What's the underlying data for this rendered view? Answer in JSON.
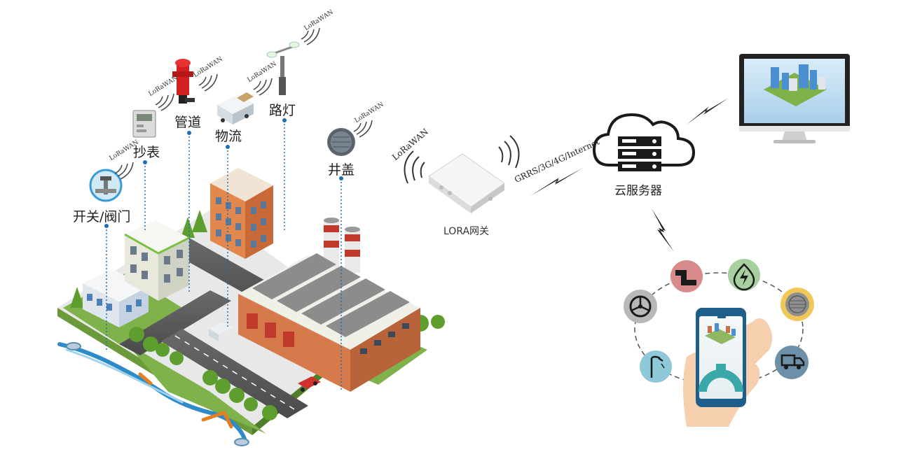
{
  "labels": {
    "switch_valve": "开关/阀门",
    "meter": "抄表",
    "pipe": "管道",
    "logistics": "物流",
    "street_light": "路灯",
    "manhole": "井盖"
  },
  "lorawan_tag": "LoRaWAN",
  "gateway": {
    "tag": "LoRaWAN",
    "label": "LORA网关"
  },
  "uplink": {
    "label": "GRRS/3G/4G/Internet"
  },
  "cloud": {
    "label": "云服务器"
  },
  "app_ring_icons": [
    "pipe-icon",
    "energy-icon",
    "manhole-cover-icon",
    "truck-icon",
    "street-light-icon",
    "valve-wheel-icon"
  ],
  "colors": {
    "pipe_icon_bg": "#d98a8a",
    "energy_icon_bg": "#a8cfa0",
    "manhole_icon_bg": "#f0c85a",
    "truck_icon_bg": "#6d8fa8",
    "light_icon_bg": "#8fc8d8",
    "valve_icon_bg": "#b8b8b8",
    "dotted_line": "#1f6fb5",
    "factory_brick": "#c9714a"
  }
}
